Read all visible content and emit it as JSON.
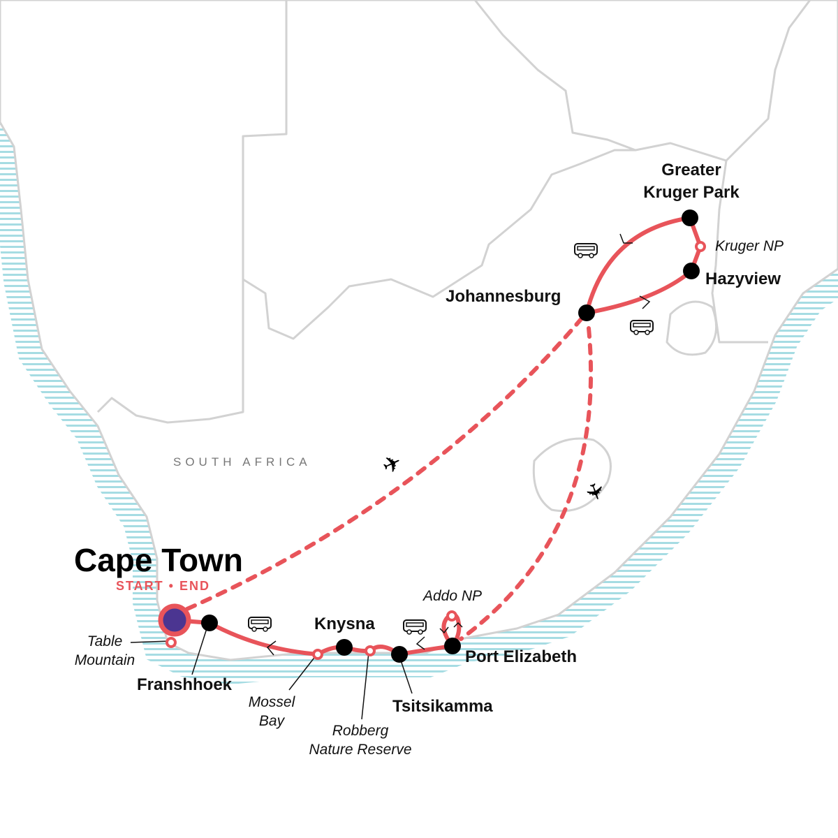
{
  "map": {
    "country_label": "SOUTH AFRICA",
    "start_city": "Cape Town",
    "start_end_label": "START • END",
    "cities": {
      "franshhoek": "Franshhoek",
      "knysna": "Knysna",
      "tsitsikamma": "Tsitsikamma",
      "port_elizabeth": "Port Elizabeth",
      "johannesburg": "Johannesburg",
      "greater_kruger_line1": "Greater",
      "greater_kruger_line2": "Kruger Park",
      "hazyview": "Hazyview"
    },
    "points_of_interest": {
      "table_mountain_line1": "Table",
      "table_mountain_line2": "Mountain",
      "mossel_bay_line1": "Mossel",
      "mossel_bay_line2": "Bay",
      "robberg_line1": "Robberg",
      "robberg_line2": "Nature Reserve",
      "addo": "Addo NP",
      "kruger_np": "Kruger NP"
    },
    "icons": [
      "bus-icon",
      "plane-icon",
      "direction-arrow-icon"
    ],
    "colors": {
      "route": "#e8545a",
      "start": "#4b3591",
      "border": "#d2d2d2",
      "water": "#a6dce3"
    }
  }
}
